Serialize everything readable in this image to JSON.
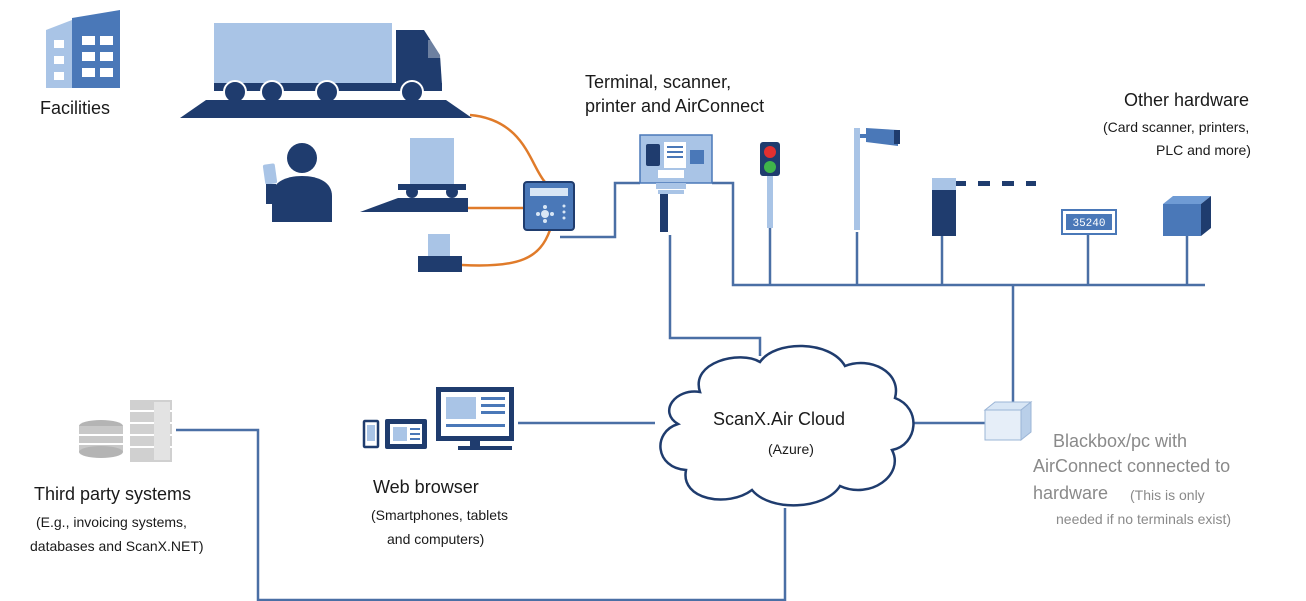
{
  "labels": {
    "facilities": "Facilities",
    "terminal_line1": "Terminal, scanner,",
    "terminal_line2": "printer and AirConnect",
    "other_hw_title": "Other hardware",
    "other_hw_sub1": "(Card scanner, printers,",
    "other_hw_sub2": "PLC and more)",
    "cloud_title": "ScanX.Air Cloud",
    "cloud_sub": "(Azure)",
    "web_title": "Web browser",
    "web_sub1": "(Smartphones, tablets",
    "web_sub2": "and computers)",
    "third_title": "Third party systems",
    "third_sub1": "(E.g., invoicing systems,",
    "third_sub2": "databases and ScanX.NET)",
    "blackbox_line1": "Blackbox/pc with",
    "blackbox_line2": "AirConnect connected to",
    "blackbox_line3": "hardware",
    "blackbox_note1": "(This is only",
    "blackbox_note2": "needed if no terminals exist)",
    "display_digits": "35240"
  },
  "colors": {
    "dark_blue": "#1f3c6e",
    "mid_blue": "#4a78b8",
    "light_blue": "#a9c4e6",
    "line_blue": "#4a6fa5",
    "orange": "#e07b2a",
    "grey_box": "#c8c8c8"
  },
  "icons": [
    "building-icon",
    "truck-icon",
    "person-icon",
    "scale-icon",
    "terminal-controller-icon",
    "kiosk-terminal-icon",
    "traffic-light-icon",
    "camera-icon",
    "barrier-gate-icon",
    "digital-display-icon",
    "hardware-cube-icon",
    "cloud-icon",
    "computer-icon",
    "tablet-icon",
    "phone-icon",
    "database-icon",
    "server-icon",
    "blackbox-icon"
  ]
}
